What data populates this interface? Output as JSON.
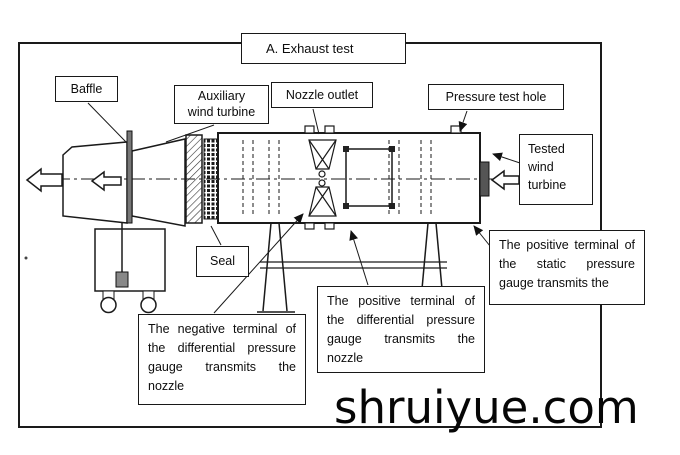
{
  "title": "A. Exhaust test",
  "watermark": "shruiyue.com",
  "labels": {
    "baffle": "Baffle",
    "auxiliary_wind_turbine": "Auxiliary wind turbine",
    "nozzle_outlet": "Nozzle outlet",
    "pressure_test_hole": "Pressure test hole",
    "tested_wind_turbine": "Tested wind turbine",
    "seal": "Seal",
    "negative_terminal": "The negative terminal of the differential pressure gauge transmits the nozzle",
    "positive_terminal_differential": "The positive terminal of the differential pressure gauge transmits the nozzle",
    "positive_terminal_static": "The positive terminal of the static pressure gauge transmits the"
  },
  "colors": {
    "line": "#1a1a1a",
    "background": "#ffffff"
  }
}
